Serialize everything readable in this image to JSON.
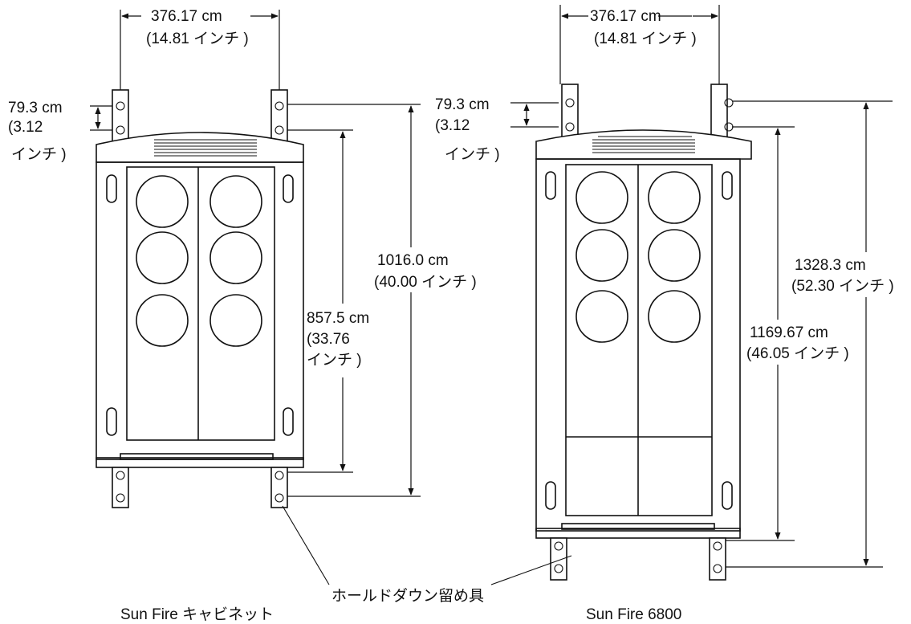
{
  "left_cabinet": {
    "width_cm": "376.17 cm",
    "width_in": "(14.81 インチ )",
    "bracket_cm": "79.3 cm",
    "bracket_in_1": "(3.12",
    "bracket_in_2": "インチ )",
    "mid_cm": "857.5 cm",
    "mid_in_1": "(33.76",
    "mid_in_2": "インチ )",
    "height_cm": "1016.0 cm",
    "height_in": "(40.00 インチ )",
    "caption": "Sun Fire キャビネット"
  },
  "right_cabinet": {
    "width_cm": "376.17 cm",
    "width_in": "(14.81 インチ )",
    "bracket_cm": "79.3 cm",
    "bracket_in_1": "(3.12",
    "bracket_in_2": "インチ )",
    "mid_cm": "1169.67 cm",
    "mid_in": "(46.05 インチ )",
    "height_cm": "1328.3 cm",
    "height_in": "(52.30 インチ )",
    "caption": "Sun Fire 6800"
  },
  "callout": "ホールドダウン留め具"
}
